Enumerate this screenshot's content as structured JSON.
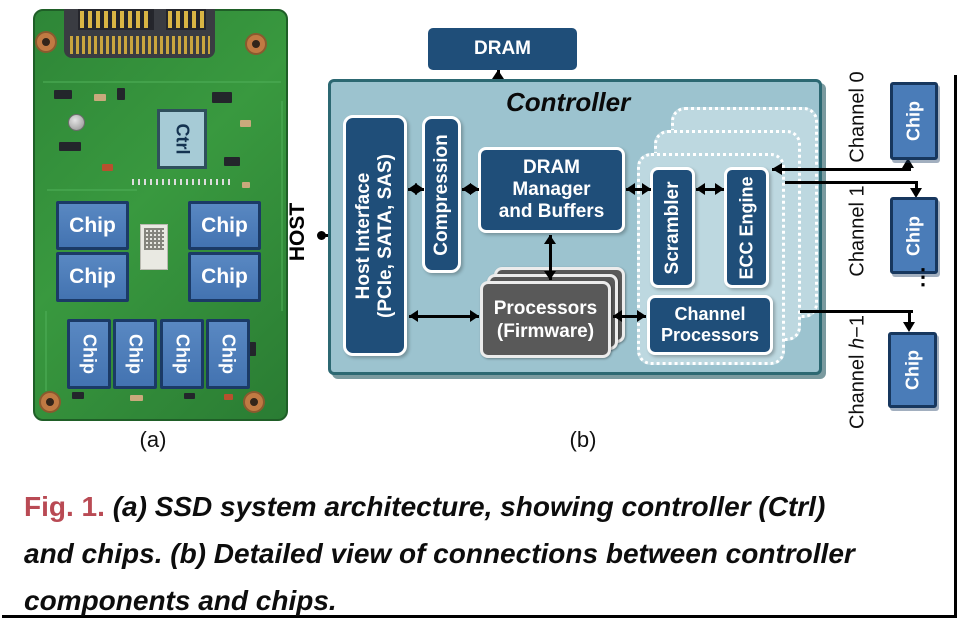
{
  "caption": {
    "fig_label": "Fig. 1.",
    "line1": "(a) SSD system architecture, showing controller (Ctrl)",
    "line2": "and chips. (b) Detailed view of connections between controller",
    "line3": "components and chips."
  },
  "panel_a": {
    "label": "(a)",
    "ctrl": "Ctrl",
    "grid_chips": [
      "Chip",
      "Chip",
      "Chip",
      "Chip"
    ],
    "bottom_chips": [
      "Chip",
      "Chip",
      "Chip",
      "Chip"
    ]
  },
  "host": "HOST",
  "panel_b": {
    "label": "(b)",
    "dram": "DRAM",
    "controller_title": "Controller",
    "host_interface_line1": "Host Interface",
    "host_interface_line2": "(PCIe, SATA, SAS)",
    "compression": "Compression",
    "dram_manager": [
      "DRAM",
      "Manager",
      "and Buffers"
    ],
    "processors": [
      "Processors",
      "(Firmware)"
    ],
    "scrambler": "Scrambler",
    "ecc_engine": "ECC Engine",
    "channel_processors": [
      "Channel",
      "Processors"
    ],
    "chip": "Chip",
    "channel0_label": "Channel 0",
    "channel1_label": "Channel 1",
    "channelh_pre": "Channel ",
    "channelh_var": "h",
    "channelh_post": "−1",
    "ellipsis": "⋮"
  },
  "colors": {
    "navy_box": "#1f4e79",
    "controller_fill": "#9cc3cf",
    "controller_border": "#2c6872",
    "channel_dotted_fill": "#bdd8e0",
    "chip_fill": "#4a7cb8",
    "chip_border": "#17375e",
    "processor_gray": "#595959",
    "pcb_green": "#2f8838",
    "ctrl_chip_fill": "#a6cbd6",
    "fig_label_red": "#b94a54"
  }
}
